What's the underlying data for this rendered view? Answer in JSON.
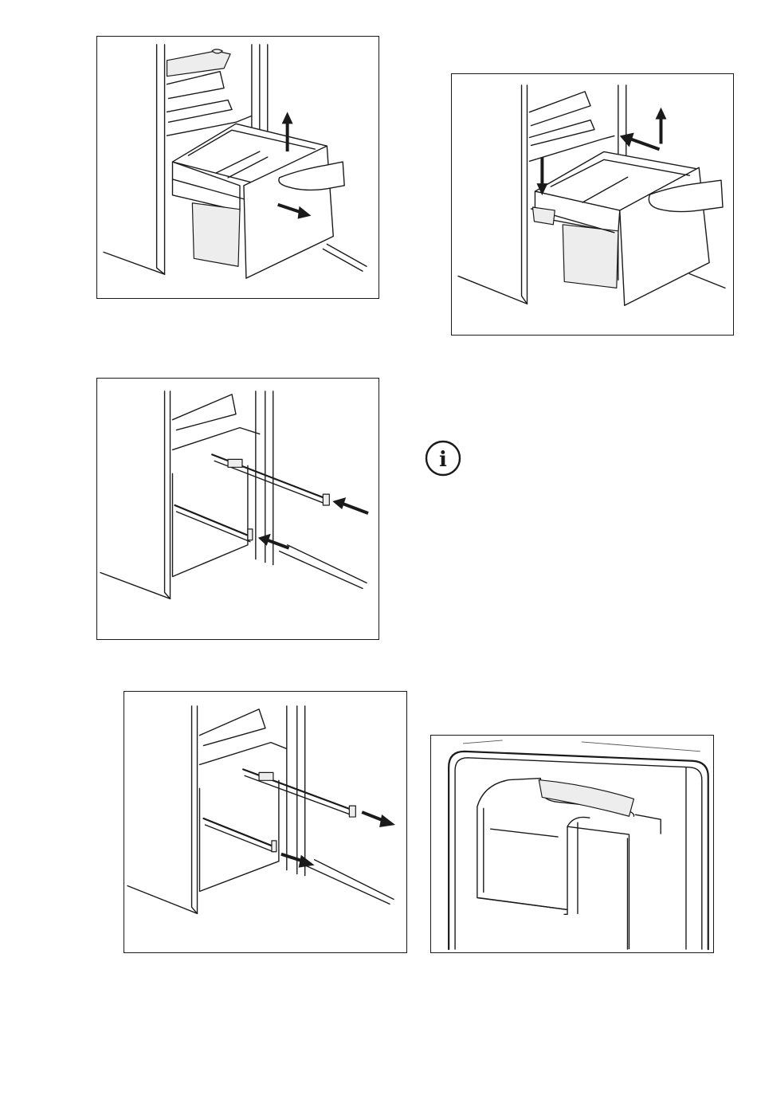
{
  "figures": [
    {
      "id": "fig1",
      "subject": "drawer-lift-out"
    },
    {
      "id": "fig2",
      "subject": "drawer-reinsert"
    },
    {
      "id": "fig3",
      "subject": "rails-push-in"
    },
    {
      "id": "fig4",
      "subject": "rails-pull-out"
    },
    {
      "id": "fig5",
      "subject": "dispenser-recess"
    }
  ],
  "info_icon": {
    "glyph": "i",
    "icon": "info-icon"
  },
  "colors": {
    "line": "#1a1a1a",
    "background": "#ffffff"
  }
}
